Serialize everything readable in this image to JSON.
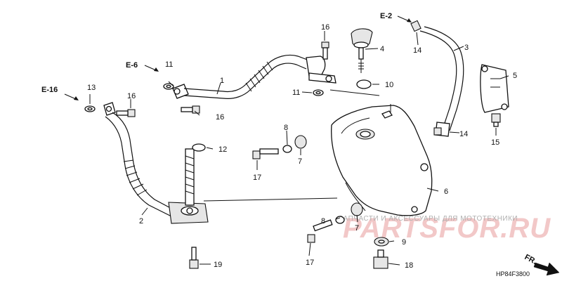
{
  "diagram": {
    "callouts": [
      {
        "id": "c1",
        "text": "1"
      },
      {
        "id": "c2",
        "text": "2"
      },
      {
        "id": "c3",
        "text": "3"
      },
      {
        "id": "c4",
        "text": "4"
      },
      {
        "id": "c5",
        "text": "5"
      },
      {
        "id": "c6",
        "text": "6"
      },
      {
        "id": "c7a",
        "text": "7"
      },
      {
        "id": "c7b",
        "text": "7"
      },
      {
        "id": "c8a",
        "text": "8"
      },
      {
        "id": "c8b",
        "text": "8"
      },
      {
        "id": "c9",
        "text": "9"
      },
      {
        "id": "c10",
        "text": "10"
      },
      {
        "id": "c11a",
        "text": "11"
      },
      {
        "id": "c11b",
        "text": "11"
      },
      {
        "id": "c12",
        "text": "12"
      },
      {
        "id": "c13",
        "text": "13"
      },
      {
        "id": "c14a",
        "text": "14"
      },
      {
        "id": "c14b",
        "text": "14"
      },
      {
        "id": "c15",
        "text": "15"
      },
      {
        "id": "c16a",
        "text": "16"
      },
      {
        "id": "c16b",
        "text": "16"
      },
      {
        "id": "c16c",
        "text": "16"
      },
      {
        "id": "c17a",
        "text": "17"
      },
      {
        "id": "c17b",
        "text": "17"
      },
      {
        "id": "c18",
        "text": "18"
      },
      {
        "id": "c19",
        "text": "19"
      }
    ],
    "references": {
      "e2": "E-2",
      "e6": "E-6",
      "e16": "E-16"
    },
    "direction_label": "FR.",
    "diagram_code": "HP84F3800"
  },
  "watermark": {
    "tagline": "ЗАПЧАСТИ И АКСЕССУАРЫ ДЛЯ МОТОТЕХНИКИ",
    "brand": "PARTSFOR.RU"
  }
}
